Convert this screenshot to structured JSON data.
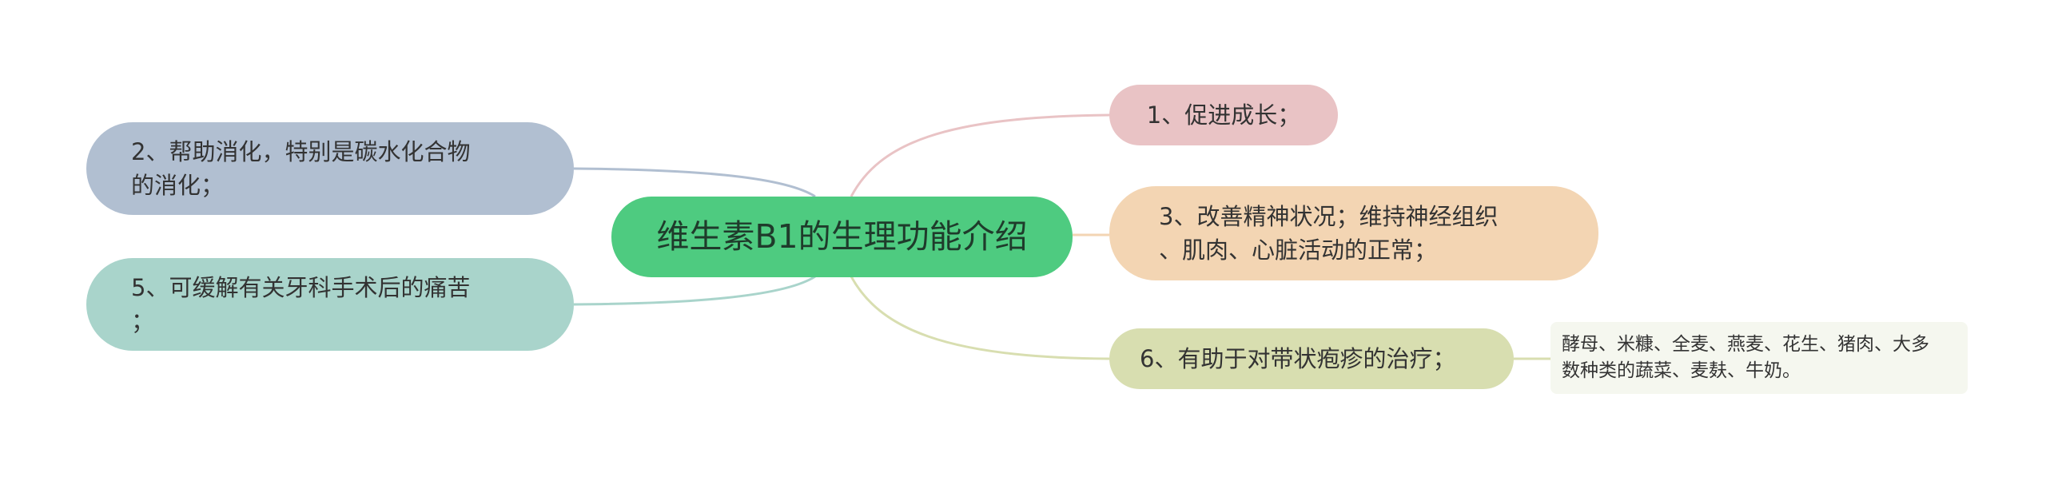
{
  "central": {
    "label": "维生素B1的生理功能介绍"
  },
  "left_branches": [
    {
      "label": "2、帮助消化，特别是碳水化合物\n的消化；"
    },
    {
      "label": "5、可缓解有关牙科手术后的痛苦\n；"
    }
  ],
  "right_branches": [
    {
      "label": "1、促进成长；"
    },
    {
      "label": "3、改善精神状况；维持神经组织\n、肌肉、心脏活动的正常；"
    },
    {
      "label": "6、有助于对带状疱疹的治疗；"
    }
  ],
  "leaf": {
    "label": "酵母、米糠、全麦、燕麦、花生、猪肉、大多\n数种类的蔬菜、麦麸、牛奶。"
  },
  "colors": {
    "central": "#4ecb80",
    "branch_1": "#e9c3c5",
    "branch_2": "#b1bfd1",
    "branch_3": "#f3d5b3",
    "branch_5": "#a9d4cb",
    "branch_6": "#d8deb0",
    "leaf": "#f5f7ef"
  }
}
